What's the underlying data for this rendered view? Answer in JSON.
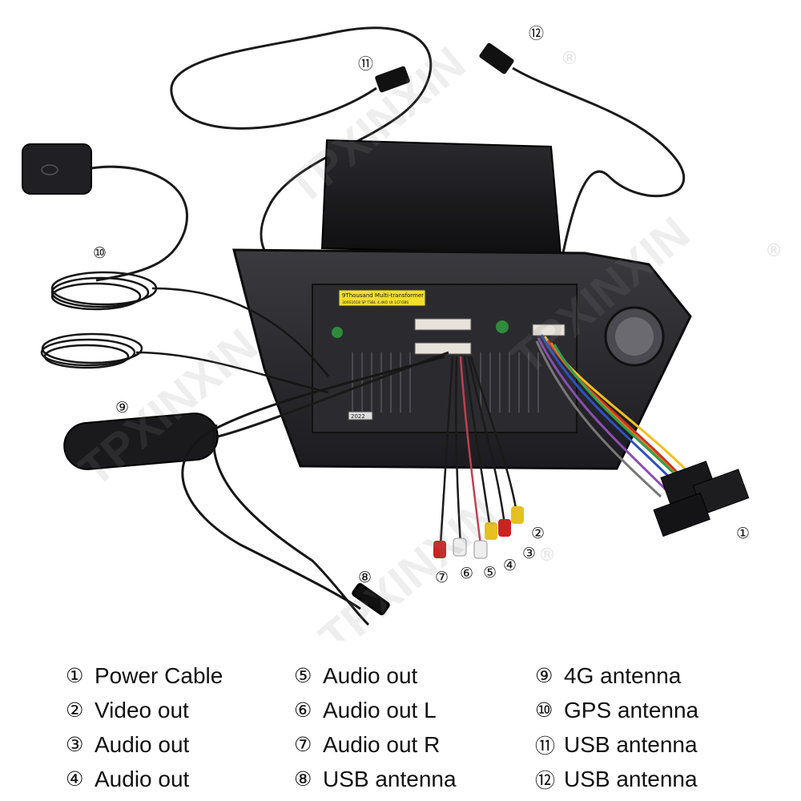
{
  "photo": {
    "sticker_line1": "9Thousand Multi-transformer",
    "sticker_line2": "300S1018 SP TSBL 4.4KO Ut 1CFOBS",
    "chip_label": "2022",
    "watermark_text": "TPXINXIN",
    "watermark_mark": "®"
  },
  "callouts": [
    "①",
    "②",
    "③",
    "④",
    "⑤",
    "⑥",
    "⑦",
    "⑧",
    "⑨",
    "⑩",
    "⑪",
    "⑫"
  ],
  "legend": {
    "col1": [
      {
        "num": "①",
        "label": "Power Cable"
      },
      {
        "num": "②",
        "label": "Video out"
      },
      {
        "num": "③",
        "label": "Audio out"
      },
      {
        "num": "④",
        "label": "Audio out"
      }
    ],
    "col2": [
      {
        "num": "⑤",
        "label": "Audio out"
      },
      {
        "num": "⑥",
        "label": "Audio out L"
      },
      {
        "num": "⑦",
        "label": "Audio out R"
      },
      {
        "num": "⑧",
        "label": "USB antenna"
      }
    ],
    "col3": [
      {
        "num": "⑨",
        "label": "4G antenna"
      },
      {
        "num": "⑩",
        "label": "GPS antenna"
      },
      {
        "num": "⑪",
        "label": "USB antenna"
      },
      {
        "num": "⑫",
        "label": "USB antenna"
      }
    ]
  }
}
